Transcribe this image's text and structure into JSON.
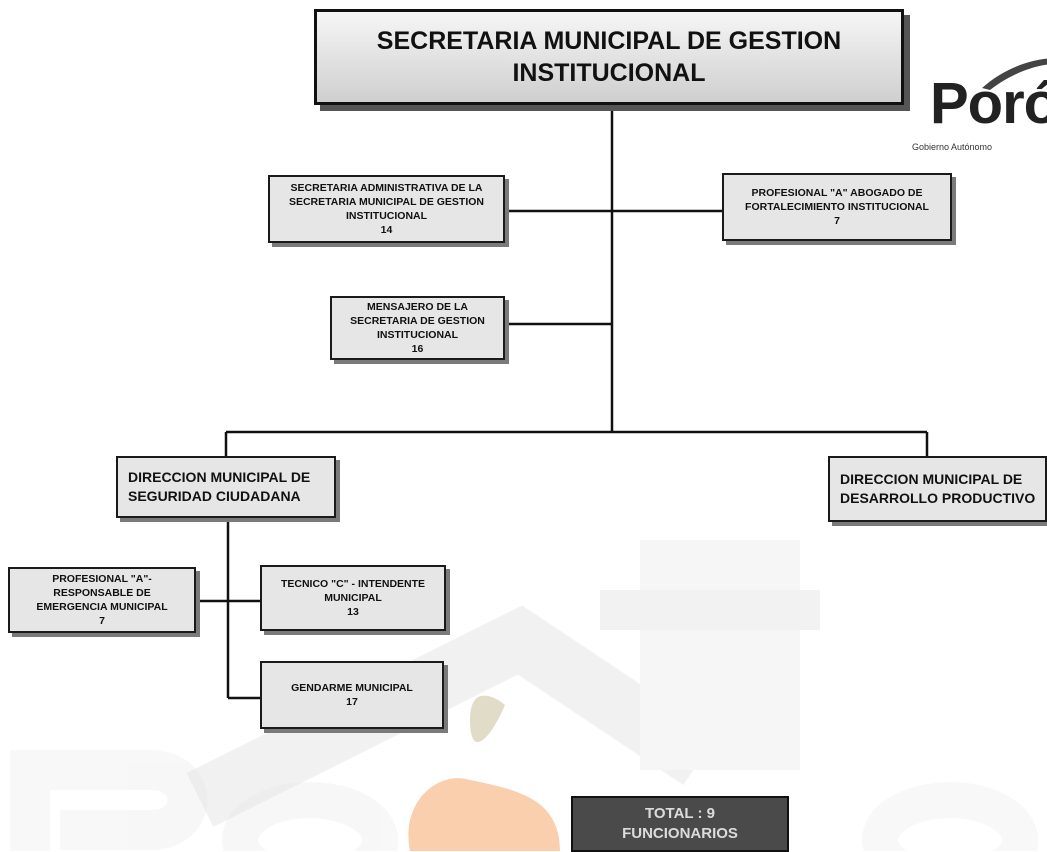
{
  "title": {
    "line1": "SECRETARIA MUNICIPAL DE GESTION",
    "line2": "INSTITUCIONAL"
  },
  "logo": {
    "word": "Poró",
    "subtitle": "Gobierno Autónomo"
  },
  "nodes": {
    "secretaria_admin": {
      "line1": "SECRETARIA ADMINISTRATIVA DE LA",
      "line2": "SECRETARIA MUNICIPAL DE GESTION",
      "line3": "INSTITUCIONAL",
      "number": "14"
    },
    "profesional_abogado": {
      "line1": "PROFESIONAL \"A\" ABOGADO DE",
      "line2": "FORTALECIMIENTO INSTITUCIONAL",
      "number": "7"
    },
    "mensajero": {
      "line1": "MENSAJERO DE LA",
      "line2": "SECRETARIA DE GESTION",
      "line3": "INSTITUCIONAL",
      "number": "16"
    },
    "dir_seguridad": {
      "line1": "DIRECCION MUNICIPAL DE",
      "line2": "SEGURIDAD CIUDADANA"
    },
    "dir_desarrollo": {
      "line1": "DIRECCION MUNICIPAL DE",
      "line2": "DESARROLLO PRODUCTIVO"
    },
    "profesional_emergencia": {
      "line1": "PROFESIONAL \"A\"-",
      "line2": "RESPONSABLE DE",
      "line3": "EMERGENCIA MUNICIPAL",
      "number": "7"
    },
    "tecnico_intendente": {
      "line1": "TECNICO \"C\" - INTENDENTE",
      "line2": "MUNICIPAL",
      "number": "13"
    },
    "gendarme": {
      "line1": "GENDARME MUNICIPAL",
      "number": "17"
    }
  },
  "total": {
    "line1": "TOTAL : 9",
    "line2": "FUNCIONARIOS"
  },
  "colors": {
    "box_fill": "#e6e6e6",
    "box_border": "#1a1a1a",
    "total_fill": "#4a4a4a",
    "watermark_orange": "#f4b27a",
    "watermark_grey": "#ededed"
  }
}
